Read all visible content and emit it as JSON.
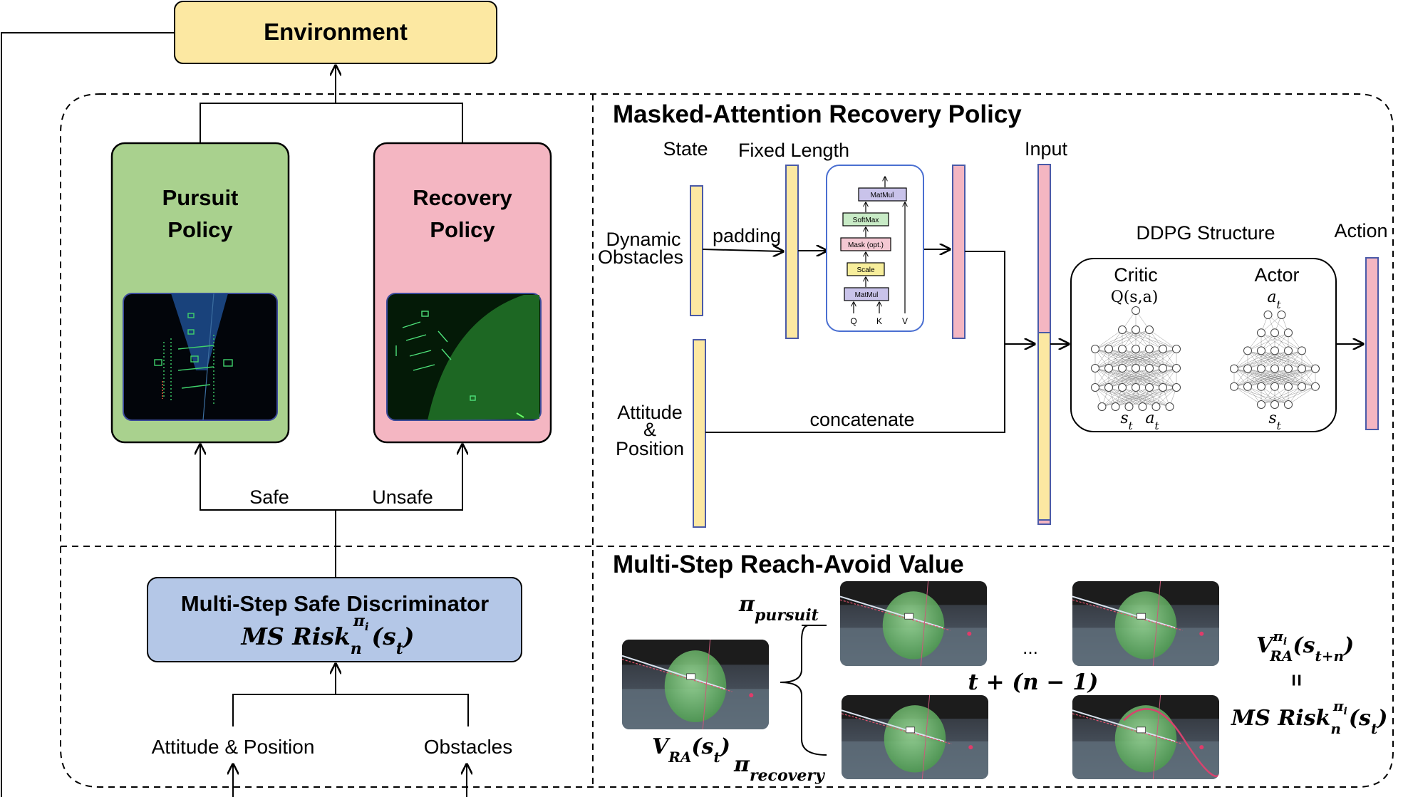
{
  "environment": {
    "label": "Environment"
  },
  "policies": {
    "pursuit": {
      "line1": "Pursuit",
      "line2": "Policy"
    },
    "recovery": {
      "line1": "Recovery",
      "line2": "Policy"
    },
    "safe_label": "Safe",
    "unsafe_label": "Unsafe"
  },
  "discriminator": {
    "title": "Multi-Step Safe Discriminator",
    "formula_base": "MS Risk",
    "formula_sup": "π",
    "formula_sup_sub": "i",
    "formula_sub": "n",
    "formula_arg": "(s",
    "formula_arg_sub": "t",
    "formula_close": ")"
  },
  "inputs": {
    "attitude_position": "Attitude & Position",
    "obstacles": "Obstacles"
  },
  "masked_attention": {
    "title": "Masked-Attention Recovery Policy",
    "state_label": "State",
    "fixed_length_label": "Fixed Length",
    "input_label": "Input",
    "dynamic_line1": "Dynamic",
    "dynamic_line2": "Obstacles",
    "padding_label": "padding",
    "attitude_line1": "Attitude",
    "attitude_line2": "&",
    "attitude_line3": "Position",
    "concatenate_label": "concatenate",
    "attention_blocks": [
      "MatMul",
      "SoftMax",
      "Mask (opt.)",
      "Scale",
      "MatMul"
    ],
    "attention_inputs": [
      "Q",
      "K",
      "V"
    ],
    "ddpg_label": "DDPG Structure",
    "critic_label": "Critic",
    "critic_formula": "Q(s,a)",
    "actor_label": "Actor",
    "actor_formula_base": "a",
    "actor_formula_sub": "t",
    "critic_in_s": "s",
    "critic_in_s_sub": "t",
    "critic_in_a": "a",
    "critic_in_a_sub": "t",
    "actor_in_s": "s",
    "actor_in_s_sub": "t",
    "action_label": "Action"
  },
  "reach_avoid": {
    "title": "Multi-Step Reach-Avoid Value",
    "pi_symbol": "π",
    "pursuit_sub": "pursuit",
    "recovery_sub": "recovery",
    "v_base": "V",
    "v_sub": "RA",
    "v_arg": "(s",
    "v_arg_sub": "t",
    "v_close": ")",
    "ellipsis": "...",
    "step_label": "t + (n − 1)",
    "vn_sup": "π",
    "vn_sup_sub": "i",
    "vn_arg_sub": "t+n",
    "equals": "=",
    "ms_base": "MS Risk",
    "ms_sub": "n"
  },
  "colors": {
    "environment": "#fce8a2",
    "pursuit": "#a9d18e",
    "recovery": "#f4b6c2",
    "discriminator": "#b4c7e7",
    "state_bar": "#fce8a2",
    "feature_bar": "#f4b6c2",
    "bar_border": "#4a5aa8"
  }
}
